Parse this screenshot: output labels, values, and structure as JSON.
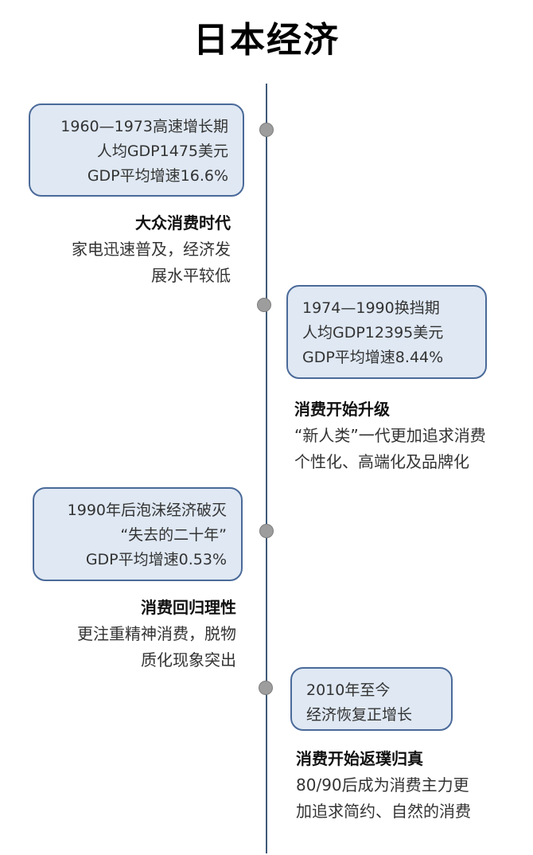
{
  "title": "日本经济",
  "colors": {
    "axis": "#3f5a78",
    "dot": "#9d9d9d",
    "box_fill": "#dfe8f3",
    "box_border": "#4a6a99"
  },
  "periods": [
    {
      "box_lines": [
        "1960—1973高速增长期",
        "人均GDP1475美元",
        "GDP平均增速16.6%"
      ],
      "heading": "大众消费时代",
      "desc_lines": [
        "家电迅速普及，经济发",
        "展水平较低"
      ]
    },
    {
      "box_lines": [
        "1974—1990换挡期",
        "人均GDP12395美元",
        "GDP平均增速8.44%"
      ],
      "heading": "消费开始升级",
      "desc_lines": [
        "“新人类”一代更加追求消费",
        "个性化、高端化及品牌化"
      ]
    },
    {
      "box_lines": [
        "1990年后泡沫经济破灭",
        "“失去的二十年”",
        "GDP平均增速0.53%"
      ],
      "heading": "消费回归理性",
      "desc_lines": [
        "更注重精神消费，脱物",
        "质化现象突出"
      ]
    },
    {
      "box_lines": [
        "2010年至今",
        "经济恢复正增长"
      ],
      "heading": "消费开始返璞归真",
      "desc_lines": [
        "80/90后成为消费主力更",
        "加追求简约、自然的消费"
      ]
    }
  ]
}
